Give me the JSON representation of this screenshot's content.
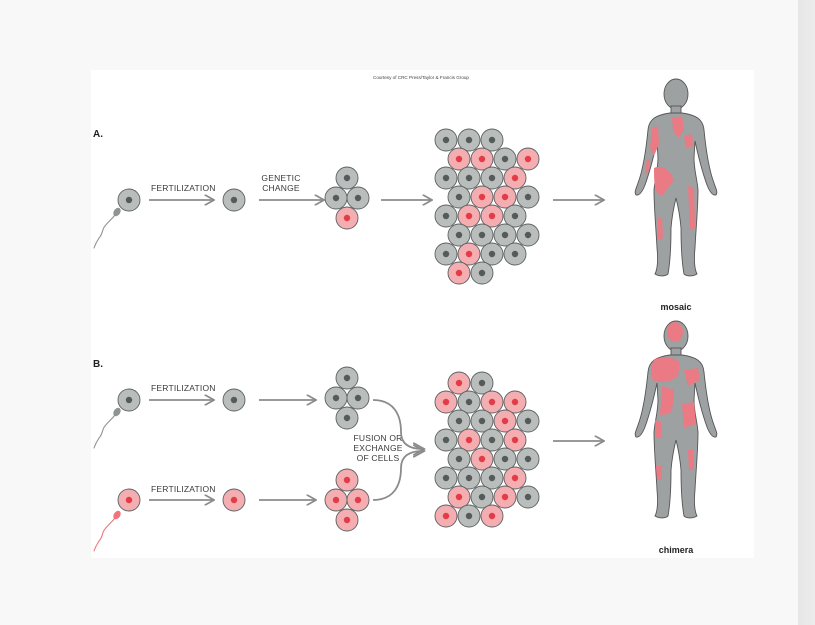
{
  "credit": "Courtesy of CRC Press/Taylor & Francis Group",
  "colors": {
    "gray_cell": "#b9bebd",
    "gray_nucleus": "#555a5b",
    "pink_cell": "#f4adb0",
    "pink_nucleus": "#e23d47",
    "body": "#9da1a2",
    "patch": "#ea7a83",
    "arrow": "#8b8b8b"
  },
  "section_a": {
    "label": "A.",
    "step1": "FERTILIZATION",
    "step2_line1": "GENETIC",
    "step2_line2": "CHANGE",
    "caption": "mosaic"
  },
  "section_b": {
    "label": "B.",
    "step1_top": "FERTILIZATION",
    "step1_bottom": "FERTILIZATION",
    "merge_line1": "FUSION OR",
    "merge_line2": "EXCHANGE",
    "merge_line3": "OF CELLS",
    "caption": "chimera"
  },
  "icons": [
    "sperm-icon",
    "egg-cell-icon",
    "cell-cluster-icon",
    "human-figure-icon",
    "arrow-icon"
  ]
}
